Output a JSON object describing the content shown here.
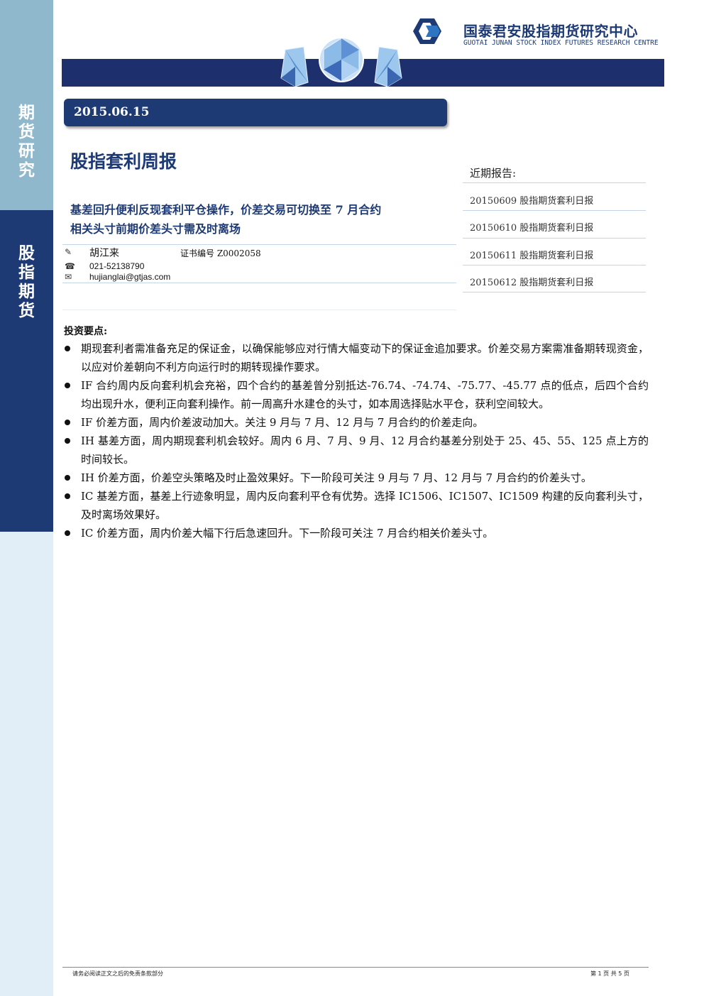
{
  "sidebar": {
    "top_label": [
      "期",
      "货",
      "研",
      "究"
    ],
    "bottom_label": [
      "股",
      "指",
      "期",
      "货"
    ]
  },
  "header": {
    "company_cn": "国泰君安股指期货研究中心",
    "company_en": "GUOTAI JUNAN STOCK INDEX FUTURES RESEARCH CENTRE"
  },
  "report": {
    "date": "2015.06.15",
    "title": "股指套利周报",
    "subtitle_line1": "基差回升便利反现套利平仓操作，价差交易可切换至 7 月合约",
    "subtitle_line2": "相关头寸前期价差头寸需及时离场"
  },
  "author": {
    "name": "胡江来",
    "cert": "证书编号  Z0002058",
    "phone": "021-52138790",
    "email": "hujianglai@gtjas.com"
  },
  "recent": {
    "title": "近期报告:",
    "items": [
      "20150609 股指期货套利日报",
      "20150610 股指期货套利日报",
      "20150611 股指期货套利日报",
      "20150612 股指期货套利日报"
    ]
  },
  "points": {
    "label": "投资要点:",
    "items": [
      "期现套利者需准备充足的保证金，以确保能够应对行情大幅变动下的保证金追加要求。价差交易方案需准备期转现资金，以应对价差朝向不利方向运行时的期转现操作要求。",
      "IF 合约周内反向套利机会充裕，四个合约的基差曾分别抵达-76.74、-74.74、-75.77、-45.77 点的低点，后四个合约均出现升水，便利正向套利操作。前一周高升水建仓的头寸，如本周选择贴水平仓，获利空间较大。",
      "IF 价差方面，周内价差波动加大。关注 9 月与 7 月、12 月与 7 月合约的价差走向。",
      "IH 基差方面，周内期现套利机会较好。周内 6 月、7 月、9 月、12 月合约基差分别处于 25、45、55、125 点上方的时间较长。",
      "IH 价差方面，价差空头策略及时止盈效果好。下一阶段可关注 9 月与 7 月、12 月与 7 月合约的价差头寸。",
      "IC 基差方面，基差上行迹象明显，周内反向套利平仓有优势。选择 IC1506、IC1507、IC1509 构建的反向套利头寸，及时离场效果好。",
      "IC 价差方面，周内价差大幅下行后急速回升。下一阶段可关注 7 月合约相关价差头寸。"
    ]
  },
  "footer": {
    "disclaimer": "请务必阅读正文之后的免责条款部分",
    "page": "第 1 页 共 5 页"
  },
  "colors": {
    "navy": "#1d3a74",
    "light_blue": "#8fb8cc",
    "pale_blue": "#e1eef7"
  }
}
